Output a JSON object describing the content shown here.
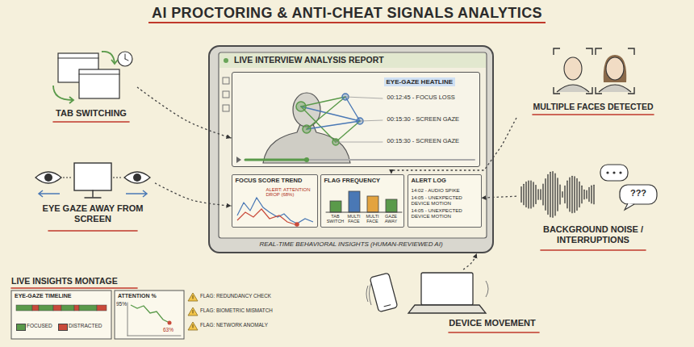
{
  "diagram": {
    "title": "AI PROCTORING & ANTI-CHEAT SIGNALS ANALYTICS",
    "nodes": [
      {
        "text": [
          "LIVE INTERVIEW ANALYSIS REPORT"
        ]
      },
      {
        "text": [
          "EYE-GAZE HEATLINE",
          "00:12:45 - FOCUS LOSS",
          "00:15:30 - SCREEN GAZE",
          "00:15:30 - SCREEN GAZE"
        ],
        "in": 0
      },
      {
        "text": [
          "FOCUS SCORE TREND",
          "ALERT: ATTENTION DROP (68%)"
        ],
        "in": 0
      },
      {
        "text": [
          "FLAG FREQUENCY",
          "TAB SWITCH",
          "MULTI FACE",
          "MULTI FACE",
          "GAZE AWAY"
        ],
        "in": 0
      },
      {
        "text": [
          "ALERT LOG",
          "14:02 - AUDIO SPIKE",
          "14:05 - UNEXPECTED DEVICE MOTION",
          "14:05 - UNEXPECTED DEVICE MOTION"
        ],
        "in": 0
      },
      {
        "text": [
          "TAB SWITCHING"
        ]
      },
      {
        "text": [
          "EYE GAZE AWAY FROM SCREEN"
        ]
      },
      {
        "text": [
          "MULTIPLE FACES DETECTED"
        ]
      },
      {
        "text": [
          "???",
          "BACKGROUND NOISE / INTERRUPTIONS"
        ]
      },
      {
        "text": [
          "DEVICE MOVEMENT"
        ]
      },
      {
        "text": [
          "LIVE INSIGHTS MONTAGE",
          "EYE-GAZE TIMELINE",
          "ATTENTION %",
          "95%",
          "63%",
          "FLAG: REDUNDANCY CHECK",
          "FLAG: BIOMETRIC MISMATCH",
          "FLAG: NETWORK ANOMALY"
        ]
      }
    ],
    "edges": [
      {
        "from": 5,
        "to": 1,
        "arrow": "to"
      },
      {
        "from": 6,
        "to": 2,
        "arrow": "to"
      },
      {
        "from": 7,
        "to": 3,
        "arrow": "to"
      },
      {
        "from": 8,
        "to": 4,
        "arrow": "to"
      },
      {
        "from": 9,
        "to": 0,
        "arrow": "to"
      }
    ],
    "labels": [
      "REAL-TIME BEHAVIORAL INSIGHTS (HUMAN-REVIEWED AI)"
    ],
    "legend": [
      {
        "text": "FOCUSED",
        "color": "#5a9a4a"
      },
      {
        "text": "DISTRACTED",
        "color": "#c94a3a"
      }
    ]
  }
}
